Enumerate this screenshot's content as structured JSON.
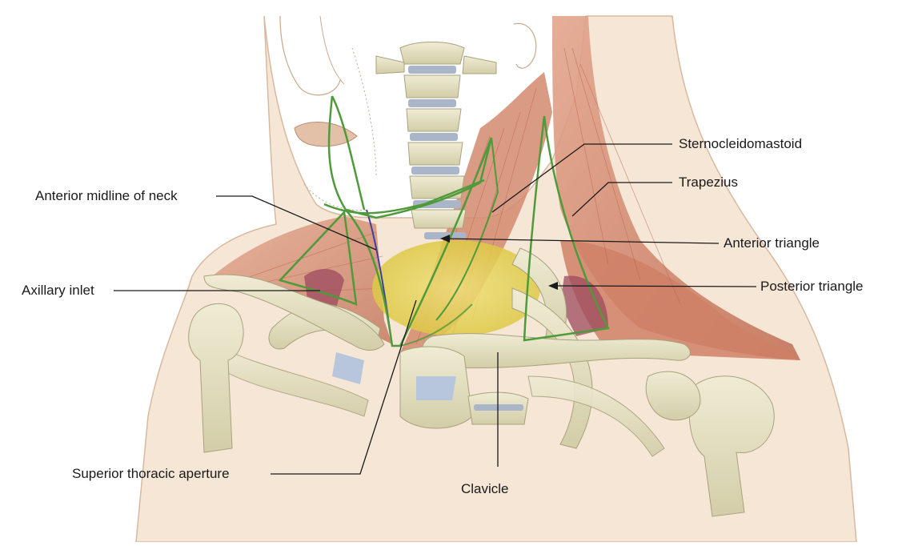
{
  "figure": {
    "labels": {
      "sternocleidomastoid": "Sternocleidomastoid",
      "trapezius": "Trapezius",
      "anterior_midline": "Anterior midline of neck",
      "anterior_triangle": "Anterior triangle",
      "axillary_inlet": "Axillary inlet",
      "posterior_triangle": "Posterior triangle",
      "superior_thoracic_aperture": "Superior thoracic aperture",
      "clavicle": "Clavicle"
    },
    "colors": {
      "skin": "#f6e6d6",
      "muscle": "#d48a6e",
      "muscle_dark": "#b8624a",
      "bone": "#e6e2c4",
      "bone_shadow": "#c9c39c",
      "triangle_outline": "#4f9a3a",
      "midline": "#3f3fa0",
      "aperture_fill": "#e8d64a",
      "disc": "#aab6c8",
      "lung_apex": "#9c4a5e",
      "cartilage": "#b8c6dc",
      "leader_line": "#1a1a1a"
    }
  }
}
